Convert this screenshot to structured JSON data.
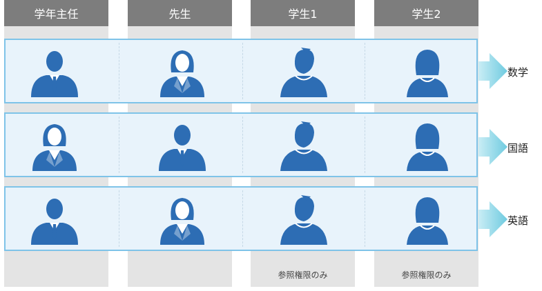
{
  "columns": [
    {
      "header": "学年主任",
      "footer": ""
    },
    {
      "header": "先生",
      "footer": ""
    },
    {
      "header": "学生1",
      "footer": "参照権限のみ"
    },
    {
      "header": "学生2",
      "footer": "参照権限のみ"
    }
  ],
  "rows": [
    {
      "subject": "数学",
      "people": [
        "man-suit-icon",
        "woman-suit-icon",
        "boy-student-icon",
        "girl-student-icon"
      ]
    },
    {
      "subject": "国語",
      "people": [
        "woman-suit-icon",
        "man-suit-icon",
        "boy-student-icon",
        "girl-student-icon"
      ]
    },
    {
      "subject": "英語",
      "people": [
        "man-suit-icon",
        "woman-suit-icon",
        "boy-student-icon",
        "girl-student-icon"
      ]
    }
  ],
  "colors": {
    "header_bg": "#7d7d7d",
    "column_bg": "#e4e4e4",
    "row_fill": "#e8f3fb",
    "row_border": "#7ec3e8",
    "icon": "#2d6db4",
    "arrow": "#7fd4e6"
  }
}
